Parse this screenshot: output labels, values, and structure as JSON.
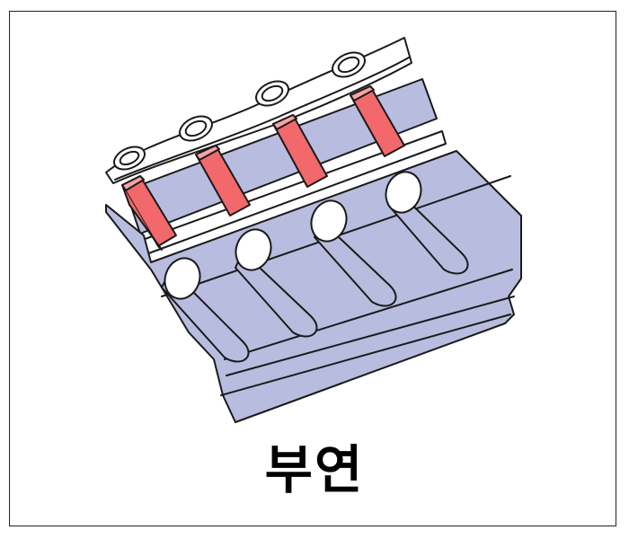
{
  "caption": "부연",
  "colors": {
    "beam": "#b8bcdf",
    "highlight": "#f2686b",
    "outline": "#1a1a1a",
    "background": "#ffffff"
  },
  "icons": [
    "roof-tile-chain",
    "eave-rafter",
    "flying-rafter-block"
  ]
}
